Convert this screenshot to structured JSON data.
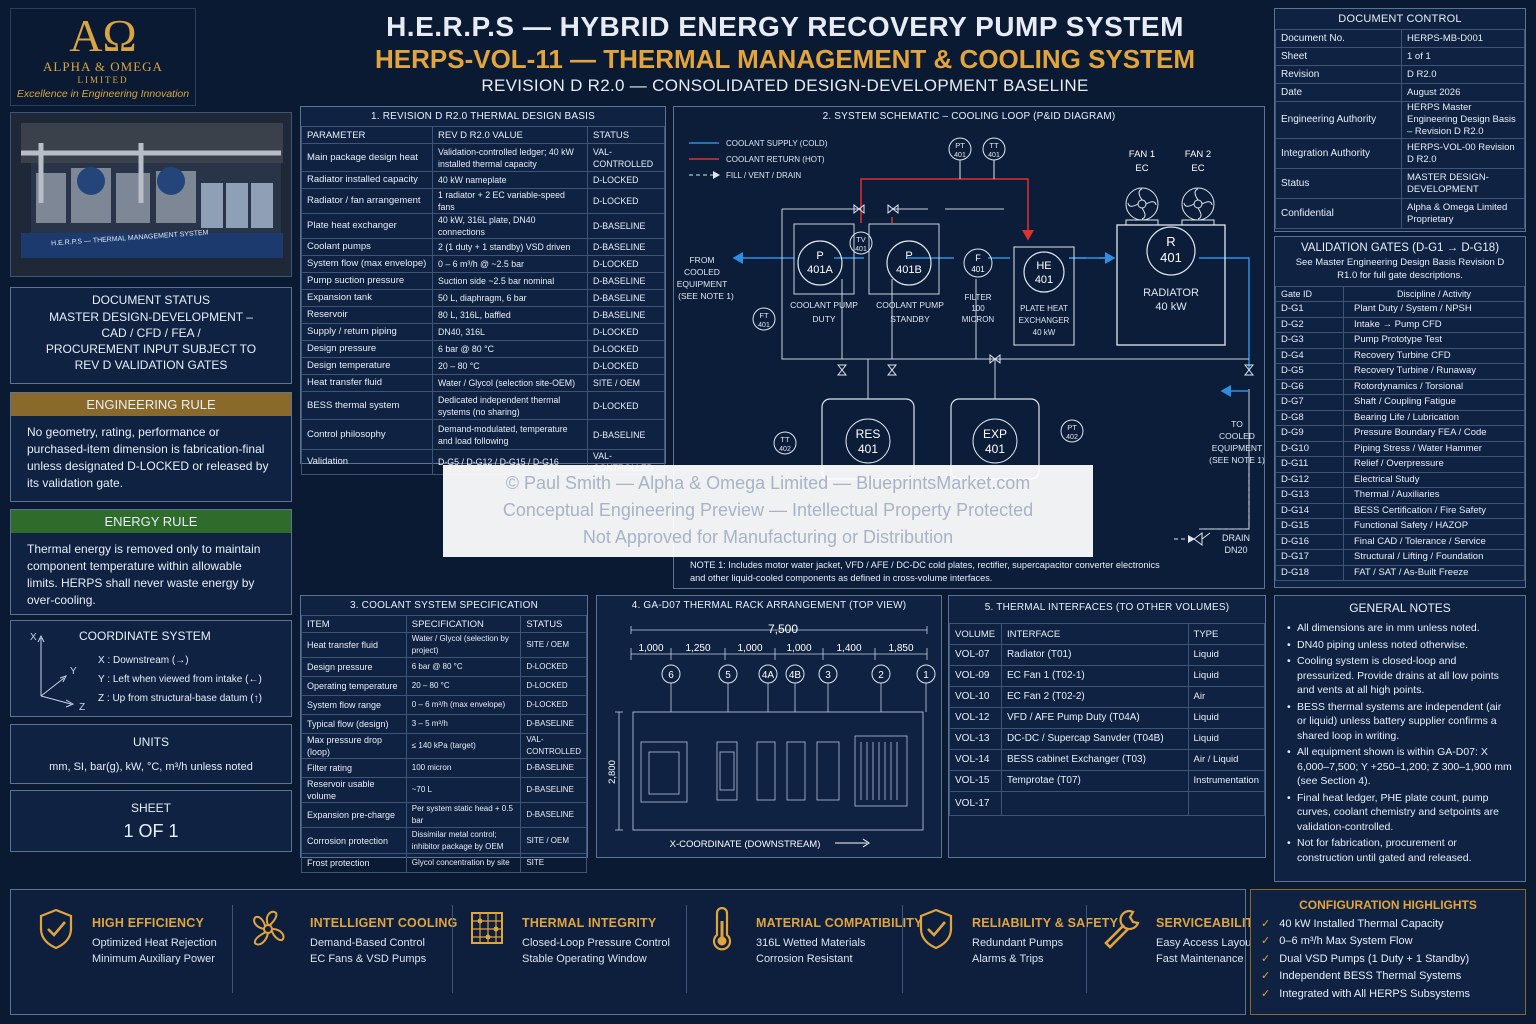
{
  "logo": {
    "symbol": "AΩ",
    "name": "ALPHA & OMEGA",
    "sub": "LIMITED",
    "tagline": "Excellence in Engineering Innovation"
  },
  "photo_caption": "H.E.R.P.S — THERMAL MANAGEMENT SYSTEM",
  "header": {
    "title": "H.E.R.P.S — HYBRID ENERGY RECOVERY PUMP SYSTEM",
    "subtitle": "HERPS-VOL-11 — THERMAL MANAGEMENT & COOLING SYSTEM",
    "revision": "REVISION D R2.0 — CONSOLIDATED DESIGN-DEVELOPMENT BASELINE"
  },
  "doc_status": {
    "title": "DOCUMENT STATUS",
    "lines": [
      "MASTER DESIGN-DEVELOPMENT –",
      "CAD / CFD / FEA /",
      "PROCUREMENT INPUT SUBJECT TO",
      "REV D VALIDATION GATES"
    ]
  },
  "engineering_rule": {
    "title": "ENGINEERING RULE",
    "text": "No geometry, rating, performance or purchased-item dimension is fabrication-final unless designated D-LOCKED or released by its validation gate."
  },
  "energy_rule": {
    "title": "ENERGY RULE",
    "text": "Thermal energy is removed only to maintain component temperature within allowable limits. HERPS shall never waste energy by over-cooling."
  },
  "coordinate_system": {
    "title": "COORDINATE SYSTEM",
    "axes": {
      "x": "X",
      "y": "Y",
      "z": "Z"
    },
    "lines": [
      "X :  Downstream (→)",
      "Y :  Left when viewed from intake (←)",
      "Z :  Up from structural-base datum (↑)"
    ]
  },
  "units": {
    "title": "UNITS",
    "text": "mm, SI, bar(g), kW, °C, m³/h unless noted"
  },
  "sheet": {
    "title": "SHEET",
    "value": "1 OF 1"
  },
  "design_basis": {
    "title": "1. REVISION D R2.0 THERMAL DESIGN BASIS",
    "headers": [
      "PARAMETER",
      "REV D R2.0 VALUE",
      "STATUS"
    ],
    "rows": [
      [
        "Main package design heat",
        "Validation-controlled ledger; 40 kW installed thermal capacity",
        "VAL-CONTROLLED"
      ],
      [
        "Radiator installed capacity",
        "40 kW nameplate",
        "D-LOCKED"
      ],
      [
        "Radiator / fan arrangement",
        "1 radiator + 2 EC variable-speed fans",
        "D-LOCKED"
      ],
      [
        "Plate heat exchanger",
        "40 kW, 316L plate, DN40 connections",
        "D-BASELINE"
      ],
      [
        "Coolant pumps",
        "2 (1 duty + 1 standby) VSD driven",
        "D-BASELINE"
      ],
      [
        "System flow (max envelope)",
        "0 – 6 m³/h @ ~2.5 bar",
        "D-LOCKED"
      ],
      [
        "Pump suction pressure",
        "Suction side ~2.5 bar nominal",
        "D-BASELINE"
      ],
      [
        "Expansion tank",
        "50 L, diaphragm, 6 bar",
        "D-BASELINE"
      ],
      [
        "Reservoir",
        "80 L, 316L, baffled",
        "D-BASELINE"
      ],
      [
        "Supply / return piping",
        "DN40, 316L",
        "D-LOCKED"
      ],
      [
        "Design pressure",
        "6 bar @ 80 °C",
        "D-LOCKED"
      ],
      [
        "Design temperature",
        "20 – 80 °C",
        "D-LOCKED"
      ],
      [
        "Heat transfer fluid",
        "Water / Glycol (selection site-OEM)",
        "SITE / OEM"
      ],
      [
        "BESS thermal system",
        "Dedicated independent thermal systems (no sharing)",
        "D-LOCKED"
      ],
      [
        "Control philosophy",
        "Demand-modulated, temperature and load following",
        "D-BASELINE"
      ],
      [
        "Validation",
        "D-G5 / D-G12 / D-G15 / D-G16",
        "VAL-CONTROLLED"
      ]
    ]
  },
  "schematic": {
    "title": "2. SYSTEM SCHEMATIC – COOLING LOOP (P&ID DIAGRAM)",
    "legend": [
      "COOLANT SUPPLY (COLD)",
      "COOLANT RETURN (HOT)",
      "FILL / VENT / DRAIN"
    ],
    "from_label": [
      "FROM",
      "COOLED",
      "EQUIPMENT",
      "(SEE NOTE 1)"
    ],
    "to_label": [
      "TO",
      "COOLED",
      "EQUIPMENT",
      "(SEE NOTE 1)"
    ],
    "drain_label": [
      "DRAIN",
      "DN20"
    ],
    "pump_a": {
      "tag": [
        "P",
        "401A"
      ],
      "label": [
        "COOLANT PUMP",
        "DUTY"
      ]
    },
    "pump_b": {
      "tag": [
        "P",
        "401B"
      ],
      "label": [
        "COOLANT PUMP",
        "STANDBY"
      ]
    },
    "filter": {
      "tag": [
        "F",
        "401"
      ],
      "label": [
        "FILTER",
        "100",
        "MICRON"
      ]
    },
    "phe": {
      "tag": [
        "HE",
        "401"
      ],
      "label": [
        "PLATE HEAT",
        "EXCHANGER",
        "40 kW"
      ]
    },
    "radiator": {
      "tag": [
        "R",
        "401"
      ],
      "label": [
        "RADIATOR",
        "40 kW"
      ]
    },
    "fan1": [
      "FAN 1",
      "EC"
    ],
    "fan2": [
      "FAN 2",
      "EC"
    ],
    "reservoir": [
      "RES",
      "401"
    ],
    "expansion": [
      "EXP",
      "401"
    ],
    "instruments": {
      "pt401": [
        "PT",
        "401"
      ],
      "tt401": [
        "TT",
        "401"
      ],
      "tv401": [
        "TV",
        "401"
      ],
      "ft401": [
        "FT",
        "401"
      ],
      "tt402": [
        "TT",
        "402"
      ],
      "pt402": [
        "PT",
        "402"
      ]
    },
    "note": "NOTE 1: Includes motor water jacket, VFD / AFE / DC-DC cold plates, rectifier, supercapacitor converter electronics and other liquid-cooled components as defined in cross-volume interfaces."
  },
  "watermark": [
    "© Paul Smith — Alpha & Omega Limited — BlueprintsMarket.com",
    "Conceptual Engineering Preview — Intellectual Property Protected",
    "Not Approved for Manufacturing or Distribution"
  ],
  "doc_control": {
    "title": "DOCUMENT CONTROL",
    "rows": [
      [
        "Document No.",
        "HERPS-MB-D001"
      ],
      [
        "Sheet",
        "1 of 1"
      ],
      [
        "Revision",
        "D R2.0"
      ],
      [
        "Date",
        "August 2026"
      ],
      [
        "Engineering Authority",
        "HERPS Master Engineering Design Basis – Revision D R2.0"
      ],
      [
        "Integration Authority",
        "HERPS-VOL-00 Revision D R2.0"
      ],
      [
        "Status",
        "MASTER DESIGN-DEVELOPMENT"
      ],
      [
        "Confidential",
        "Alpha & Omega Limited Proprietary"
      ]
    ]
  },
  "validation_gates": {
    "title": "VALIDATION GATES (D-G1 → D-G18)",
    "note": "See Master Engineering Design Basis Revision D R1.0 for full gate descriptions.",
    "headers": [
      "Gate ID",
      "Discipline / Activity"
    ],
    "rows": [
      [
        "D-G1",
        "Plant Duty / System / NPSH"
      ],
      [
        "D-G2",
        "Intake → Pump CFD"
      ],
      [
        "D-G3",
        "Pump Prototype Test"
      ],
      [
        "D-G4",
        "Recovery Turbine CFD"
      ],
      [
        "D-G5",
        "Recovery Turbine / Runaway"
      ],
      [
        "D-G6",
        "Rotordynamics / Torsional"
      ],
      [
        "D-G7",
        "Shaft / Coupling Fatigue"
      ],
      [
        "D-G8",
        "Bearing Life / Lubrication"
      ],
      [
        "D-G9",
        "Pressure Boundary FEA / Code"
      ],
      [
        "D-G10",
        "Piping Stress / Water Hammer"
      ],
      [
        "D-G11",
        "Relief / Overpressure"
      ],
      [
        "D-G12",
        "Electrical Study"
      ],
      [
        "D-G13",
        "Thermal / Auxiliaries"
      ],
      [
        "D-G14",
        "BESS Certification / Fire Safety"
      ],
      [
        "D-G15",
        "Functional Safety / HAZOP"
      ],
      [
        "D-G16",
        "Final CAD / Tolerance / Service"
      ],
      [
        "D-G17",
        "Structural / Lifting / Foundation"
      ],
      [
        "D-G18",
        "FAT / SAT / As-Built Freeze"
      ]
    ]
  },
  "coolant_spec": {
    "title": "3. COOLANT SYSTEM SPECIFICATION",
    "headers": [
      "ITEM",
      "SPECIFICATION",
      "STATUS"
    ],
    "rows": [
      [
        "Heat transfer fluid",
        "Water / Glycol (selection by project)",
        "SITE / OEM"
      ],
      [
        "Design pressure",
        "6 bar @ 80 °C",
        "D-LOCKED"
      ],
      [
        "Operating temperature",
        "20 – 80 °C",
        "D-LOCKED"
      ],
      [
        "System flow range",
        "0 – 6 m³/h (max envelope)",
        "D-LOCKED"
      ],
      [
        "Typical flow (design)",
        "3 – 5 m³/h",
        "D-BASELINE"
      ],
      [
        "Max pressure drop (loop)",
        "≤ 140 kPa (target)",
        "VAL-CONTROLLED"
      ],
      [
        "Filter rating",
        "100 micron",
        "D-BASELINE"
      ],
      [
        "Reservoir usable volume",
        "~70 L",
        "D-BASELINE"
      ],
      [
        "Expansion pre-charge",
        "Per system static head + 0.5 bar",
        "D-BASELINE"
      ],
      [
        "Corrosion protection",
        "Dissimilar metal control; inhibitor package by OEM",
        "SITE / OEM"
      ],
      [
        "Frost protection",
        "Glycol concentration by site",
        "SITE"
      ]
    ]
  },
  "rack": {
    "title": "4. GA-D07 THERMAL RACK ARRANGEMENT (TOP VIEW)",
    "overall": "7,500",
    "dims": [
      "1,000",
      "1,250",
      "1,000",
      "1,000",
      "1,400",
      "1,850"
    ],
    "height": "2,800",
    "tags": [
      "6",
      "5",
      "4A",
      "4B",
      "3",
      "2",
      "1"
    ],
    "axis_label": "X-COORDINATE (DOWNSTREAM)"
  },
  "interfaces": {
    "title": "5. THERMAL INTERFACES (TO OTHER VOLUMES)",
    "headers": [
      "VOLUME",
      "INTERFACE",
      "TYPE"
    ],
    "rows": [
      [
        "VOL-07",
        "Radiator (T01)",
        "Liquid"
      ],
      [
        "VOL-09",
        "EC Fan 1 (T02-1)",
        "Liquid"
      ],
      [
        "VOL-10",
        "EC Fan 2 (T02-2)",
        "Air"
      ],
      [
        "VOL-12",
        "VFD / AFE Pump Duty (T04A)",
        "Liquid"
      ],
      [
        "VOL-13",
        "DC-DC / Supercap Sanvder (T04B)",
        "Liquid"
      ],
      [
        "VOL-14",
        "BESS cabinet Exchanger (T03)",
        "Air / Liquid"
      ],
      [
        "VOL-15",
        "Temprotae (T07)",
        "Instrumentation"
      ],
      [
        "VOL-17",
        "",
        ""
      ]
    ]
  },
  "general_notes": {
    "title": "GENERAL NOTES",
    "items": [
      "All dimensions are in mm unless noted.",
      "DN40 piping unless noted otherwise.",
      "Cooling system is closed-loop and pressurized. Provide drains at all low points and vents at all high points.",
      "BESS thermal systems are independent (air or liquid) unless battery supplier confirms a shared loop in writing.",
      "All equipment shown is within GA-D07: X 6,000–7,500; Y +250–1,200; Z 300–1,900 mm (see Section 4).",
      "Final heat ledger, PHE plate count, pump curves, coolant chemistry and setpoints are validation-controlled.",
      "Not for fabrication, procurement or construction until gated and released."
    ]
  },
  "highlights": [
    {
      "icon": "shield-check-icon",
      "title": "HIGH EFFICIENCY",
      "lines": [
        "Optimized Heat Rejection",
        "Minimum Auxiliary Power"
      ]
    },
    {
      "icon": "fan-icon",
      "title": "INTELLIGENT COOLING",
      "lines": [
        "Demand-Based Control",
        "EC Fans & VSD Pumps"
      ]
    },
    {
      "icon": "circuit-icon",
      "title": "THERMAL INTEGRITY",
      "lines": [
        "Closed-Loop Pressure Control",
        "Stable Operating Window"
      ]
    },
    {
      "icon": "thermometer-icon",
      "title": "MATERIAL COMPATIBILITY",
      "lines": [
        "316L Wetted Materials",
        "Corrosion Resistant"
      ]
    },
    {
      "icon": "shield-check-icon",
      "title": "RELIABILITY & SAFETY",
      "lines": [
        "Redundant Pumps",
        "Alarms & Trips"
      ]
    },
    {
      "icon": "wrench-icon",
      "title": "SERVICEABILITY",
      "lines": [
        "Easy Access Layout",
        "Fast Maintenance"
      ]
    }
  ],
  "config": {
    "title": "CONFIGURATION HIGHLIGHTS",
    "items": [
      "40 kW Installed Thermal Capacity",
      "0–6 m³/h Max System Flow",
      "Dual VSD Pumps (1 Duty + 1 Standby)",
      "Independent BESS Thermal Systems",
      "Integrated with All HERPS Subsystems"
    ]
  },
  "colors": {
    "background": "#0b1a33",
    "panel": "#0f2242",
    "gold": "#e2a43c",
    "supply": "#2e8fe0",
    "return": "#e03030",
    "energy_green": "#2f6b2a",
    "eng_gold": "#8a6a2a"
  }
}
